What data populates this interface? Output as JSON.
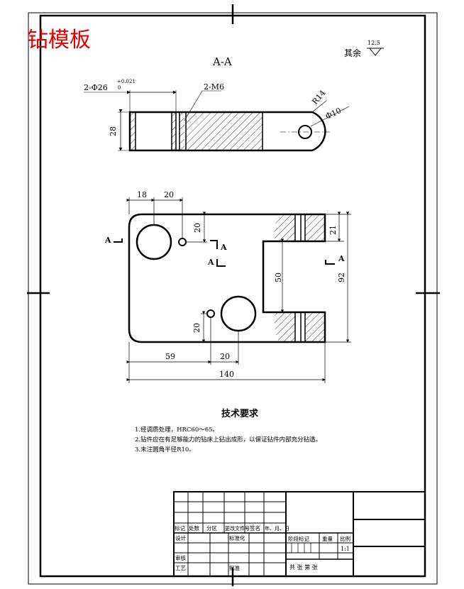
{
  "corner_title": "钻模板",
  "corner_title_color": "#e00000",
  "roughness": {
    "value": "12.5",
    "label": "其余"
  },
  "section_label": "A-A",
  "dims": {
    "hole_spec": "2-Φ26",
    "hole_tol_upper": "+0.021",
    "hole_tol_lower": "0",
    "small_holes": "2-M6",
    "radius": "R14",
    "small_dia": "Φ10",
    "thickness": "28",
    "d18": "18",
    "d20_top": "20",
    "d20_vert_top": "20",
    "d21": "21",
    "d50": "50",
    "d92": "92",
    "d20_vert_bottom": "20",
    "d59": "59",
    "d20_bottom": "20",
    "d140": "140"
  },
  "section_marks": {
    "a": "A"
  },
  "tech_req": {
    "title": "技术要求",
    "items": [
      "1.经调质处理，HRC60～65。",
      "2.钻件应在有足够能力的钻床上钻出成形，以保证钻件内部充分钻透。",
      "3.未注圆角半径R10。"
    ]
  },
  "title_block": {
    "row_labels": [
      "标记",
      "处数",
      "分区",
      "更改文件号",
      "签名",
      "年、月、日"
    ],
    "design": "设计",
    "standardize": "标准化",
    "review": "审核",
    "process": "工艺",
    "approve": "批准",
    "stage_mark": "阶段标记",
    "weight": "重量",
    "scale": "比例",
    "scale_value": "1:1",
    "sheets": "共  张  第  张"
  }
}
